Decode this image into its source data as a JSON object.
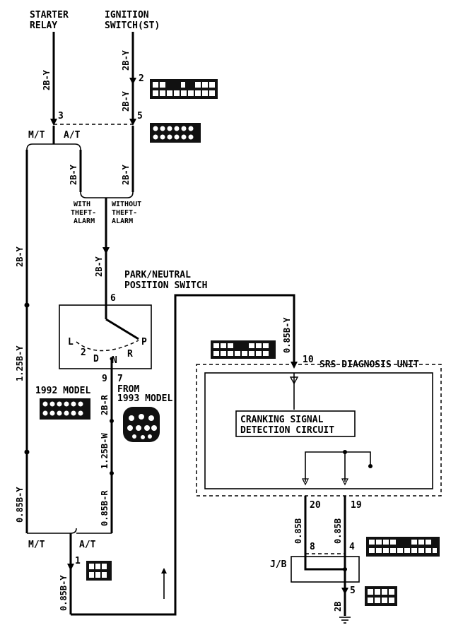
{
  "labels": {
    "starter_relay_l1": "STARTER",
    "starter_relay_l2": "RELAY",
    "ignition_l1": "IGNITION",
    "ignition_l2": "SWITCH(ST)",
    "mt_top": "M/T",
    "at_top": "A/T",
    "with_l1": "WITH",
    "with_l2": "THEFT-",
    "with_l3": "ALARM",
    "without_l1": "WITHOUT",
    "without_l2": "THEFT-",
    "without_l3": "ALARM",
    "pn_l1": "PARK/NEUTRAL",
    "pn_l2": "POSITION SWITCH",
    "srs": "SRS DIAGNOSIS UNIT",
    "crank_l1": "CRANKING SIGNAL",
    "crank_l2": "DETECTION CIRCUIT",
    "model_1992": "1992 MODEL",
    "from_l1": "FROM",
    "from_l2": "1993 MODEL",
    "mt_bot": "M/T",
    "at_bot": "A/T",
    "jb": "J/B"
  },
  "pins": {
    "p2": "2",
    "p3": "3",
    "p5": "5",
    "p6": "6",
    "p9": "9",
    "p7": "7",
    "p10": "10",
    "p20": "20",
    "p19": "19",
    "p8": "8",
    "p4": "4",
    "p1": "1",
    "p5b": "5"
  },
  "switch_positions": {
    "L": "L",
    "two": "2",
    "D": "D",
    "N": "N",
    "R": "R",
    "P": "P"
  },
  "wires": {
    "w_2by_a": "2B-Y",
    "w_2by_b": "2B-Y",
    "w_2by_c": "2B-Y",
    "w_2by_d": "2B-Y",
    "w_2by_e": "2B-Y",
    "w_2by_f": "2B-Y",
    "w_2by_g": "2B-Y",
    "w_125by": "1.25B-Y",
    "w_085by_l": "0.85B-Y",
    "w_2br": "2B-R",
    "w_125bw": "1.25B-W",
    "w_085br": "0.85B-R",
    "w_085by_r": "0.85B-Y",
    "w_085b_a": "0.85B",
    "w_085b_b": "0.85B",
    "w_085by_bot": "0.85B-Y",
    "w_2b": "2B"
  }
}
